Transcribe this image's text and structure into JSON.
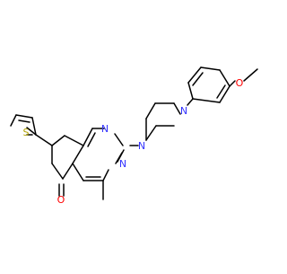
{
  "molecule": {
    "atom_labels": {
      "ring_nitrogen_1": "N",
      "ring_nitrogen_2": "N",
      "piperazine_nitrogen_1": "N",
      "piperazine_nitrogen_2": "N",
      "ketone_oxygen": "O",
      "methoxy_oxygen": "O",
      "thiophene_sulfur": "S"
    },
    "colors": {
      "bond": "#000000",
      "nitrogen": "#3333ff",
      "oxygen": "#ff0000",
      "sulfur": "#b2a200",
      "background": "#ffffff"
    }
  }
}
